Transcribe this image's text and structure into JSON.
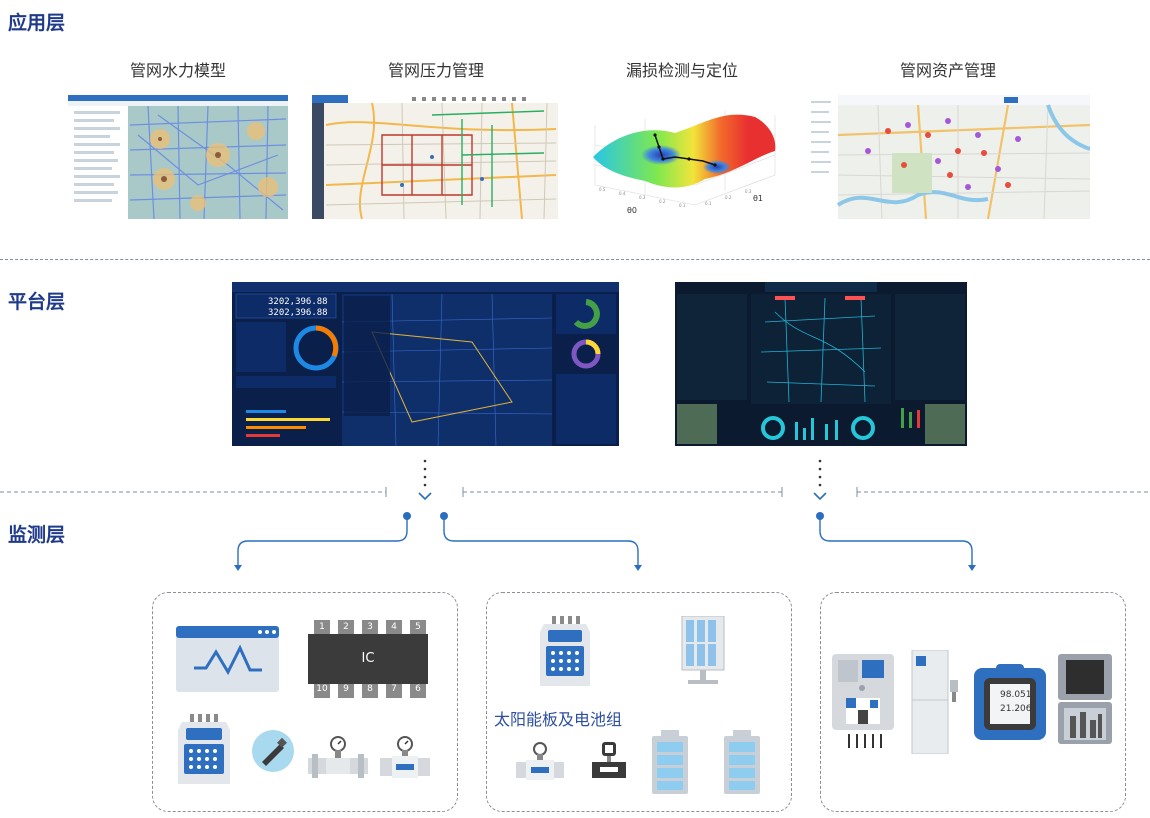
{
  "layers": {
    "application": "应用层",
    "platform": "平台层",
    "monitoring": "监测层"
  },
  "applications": [
    {
      "title": "管网水力模型",
      "icon": "hydraulic-model-map"
    },
    {
      "title": "管网压力管理",
      "icon": "pressure-management-map"
    },
    {
      "title": "漏损检测与定位",
      "icon": "leak-detection-3d-surface"
    },
    {
      "title": "管网资产管理",
      "icon": "asset-management-map"
    }
  ],
  "chart3d": {
    "x_axis": "θ0",
    "y_axis": "θ1"
  },
  "platform_screens": [
    {
      "icon": "dashboard-screen-1"
    },
    {
      "icon": "dashboard-screen-2"
    }
  ],
  "ic_chip": {
    "label": "IC",
    "top_pins": [
      "1",
      "2",
      "3",
      "4",
      "5"
    ],
    "bottom_pins": [
      "10",
      "9",
      "8",
      "7",
      "6"
    ]
  },
  "solar_caption": "太阳能板及电池组",
  "water_quality_display": {
    "line1": "98.051",
    "line2": "21.206"
  },
  "colors": {
    "layer_title": "#1f3a8a",
    "connector": "#2a6fbe",
    "device_blue": "#2f6fc0",
    "dash": "#7d8fa3"
  }
}
